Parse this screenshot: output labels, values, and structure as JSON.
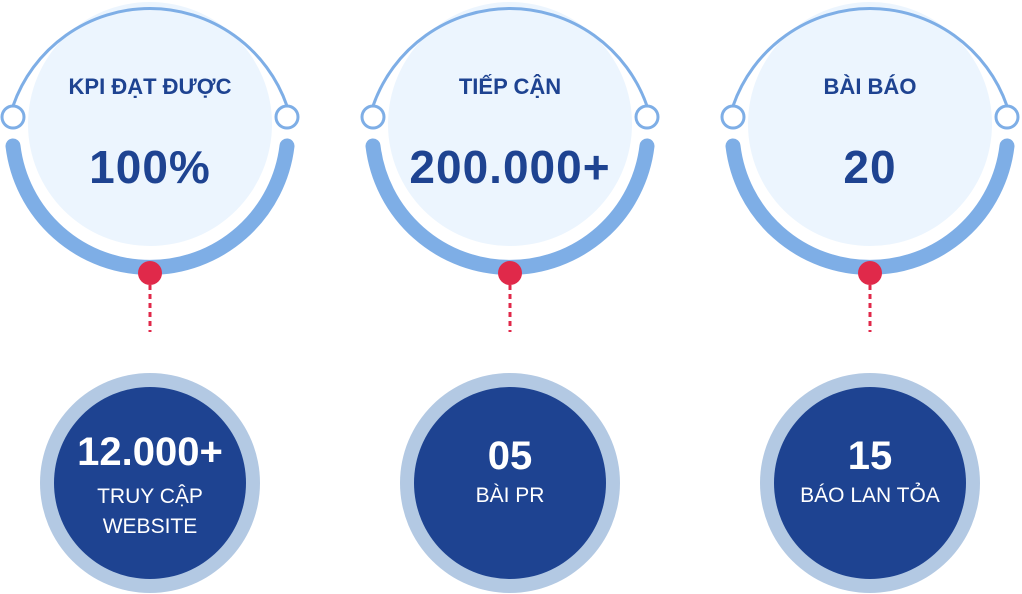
{
  "colors": {
    "dark_blue": "#1e4391",
    "light_fill": "#ecf5fe",
    "arc_blue": "#7eaee6",
    "ring_blue": "#b3c9e3",
    "red": "#e0294a"
  },
  "items": [
    {
      "label": "KPI ĐẠT ĐƯỢC",
      "value": "100%",
      "sub_value": "12.000+",
      "sub_label": [
        "TRUY CẬP",
        "WEBSITE"
      ]
    },
    {
      "label": "TIẾP CẬN",
      "value": "200.000+",
      "sub_value": "05",
      "sub_label": [
        "BÀI PR"
      ]
    },
    {
      "label": "BÀI BÁO",
      "value": "20",
      "sub_value": "15",
      "sub_label": [
        "BÁO LAN TỎA"
      ]
    }
  ]
}
